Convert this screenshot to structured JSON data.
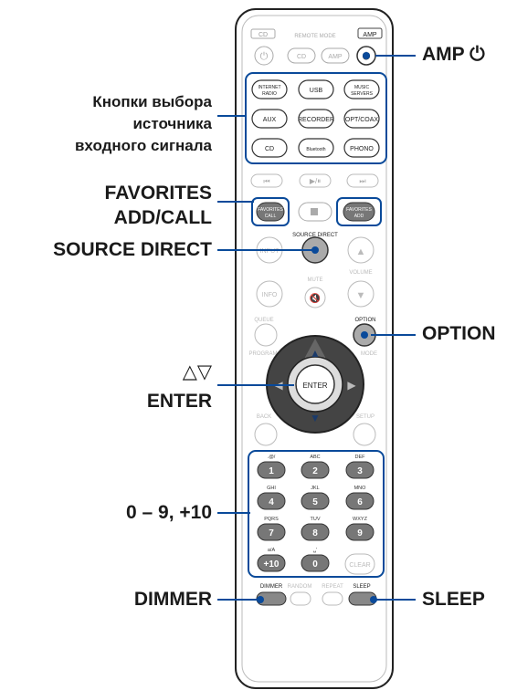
{
  "callouts": {
    "amp": "AMP ⏻",
    "source_select": [
      "Кнопки выбора",
      "источника",
      "входного сигнала"
    ],
    "favorites": [
      "FAVORITES",
      "ADD/CALL"
    ],
    "source_direct": "SOURCE DIRECT",
    "option": "OPTION",
    "arrows": "△▽",
    "enter": "ENTER",
    "numbers": "0 – 9, +10",
    "dimmer": "DIMMER",
    "sleep": "SLEEP"
  },
  "remote": {
    "top_left_tag": "CD",
    "remote_mode_label": "REMOTE MODE",
    "top_right_tag": "AMP",
    "mode_buttons": [
      "CD",
      "AMP"
    ],
    "source_buttons": [
      [
        "INTERNET RADIO",
        "USB",
        "MUSIC SERVERS"
      ],
      [
        "AUX",
        "RECORDER",
        "OPT/COAX"
      ],
      [
        "CD",
        "Bluetooth",
        "PHONO"
      ]
    ],
    "transport": [
      "⏮",
      "▶/⏸",
      "⏭"
    ],
    "fav_call": "FAVORITES CALL",
    "fav_add": "FAVORITES ADD",
    "source_direct": "SOURCE DIRECT",
    "input": "INPUT",
    "info": "INFO",
    "mute": "MUTE",
    "volume": "VOLUME",
    "queue": "QUEUE",
    "option": "OPTION",
    "program": "PROGRAM",
    "mode": "MODE",
    "enter": "ENTER",
    "back": "BACK",
    "setup": "SETUP",
    "num_letters": [
      ".@/",
      "ABC",
      "DEF",
      "GHI",
      "JKL",
      "MNO",
      "PQRS",
      "TUV",
      "WXYZ",
      "a/A",
      "␣'"
    ],
    "num_keys": [
      "1",
      "2",
      "3",
      "4",
      "5",
      "6",
      "7",
      "8",
      "9",
      "+10",
      "0"
    ],
    "clear": "CLEAR",
    "dimmer": "DIMMER",
    "random": "RANDOM",
    "repeat": "REPEAT",
    "sleep": "SLEEP"
  },
  "colors": {
    "accent": "#0a4a9a",
    "button_dark": "#555555",
    "body": "#ffffff"
  }
}
